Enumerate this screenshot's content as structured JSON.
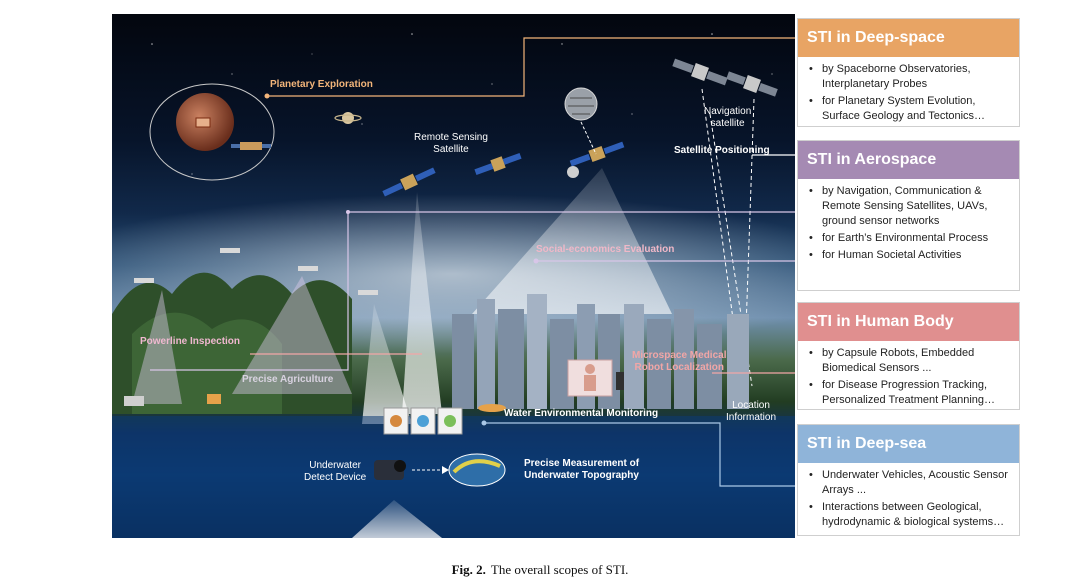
{
  "scene": {
    "labels": {
      "planetary_exploration": "Planetary Exploration",
      "remote_sensing_satellite": "Remote Sensing\nSatellite",
      "navigation_satellite": "Navigation\nsatellite",
      "satellite_positioning": "Satellite Positioning",
      "social_economics": "Social-economics Evaluation",
      "powerline_inspection": "Powerline Inspection",
      "precise_agriculture": "Precise Agriculture",
      "microspace_medical": "Microspace Medical\nRobot Localization",
      "location_information": "Location\nInformation",
      "water_monitoring": "Water Environmental Monitoring",
      "underwater_device": "Underwater\nDetect Device",
      "underwater_topography": "Precise Measurement of\nUnderwater Topography"
    }
  },
  "panels": [
    {
      "title": "STI in Deep-space",
      "color": "#e8a464",
      "items": [
        "by Spaceborne Observatories, Interplanetary Probes",
        "for Planetary System Evolution, Surface Geology and Tectonics…"
      ]
    },
    {
      "title": "STI in Aerospace",
      "color": "#a58ab3",
      "items": [
        "by Navigation, Communication & Remote Sensing Satellites, UAVs, ground sensor networks",
        "for Earth’s Environmental Process",
        "for Human Societal Activities"
      ]
    },
    {
      "title": "STI in Human Body",
      "color": "#e08f8f",
      "items": [
        "by Capsule Robots, Embedded Biomedical Sensors ...",
        "for Disease Progression Tracking, Personalized Treatment Planning…"
      ]
    },
    {
      "title": "STI in Deep-sea",
      "color": "#8fb4d9",
      "items": [
        "Underwater Vehicles, Acoustic Sensor Arrays ...",
        "Interactions between Geological, hydrodynamic & biological systems…"
      ]
    }
  ],
  "caption": {
    "label": "Fig. 2.",
    "text": "The overall scopes of STI."
  }
}
